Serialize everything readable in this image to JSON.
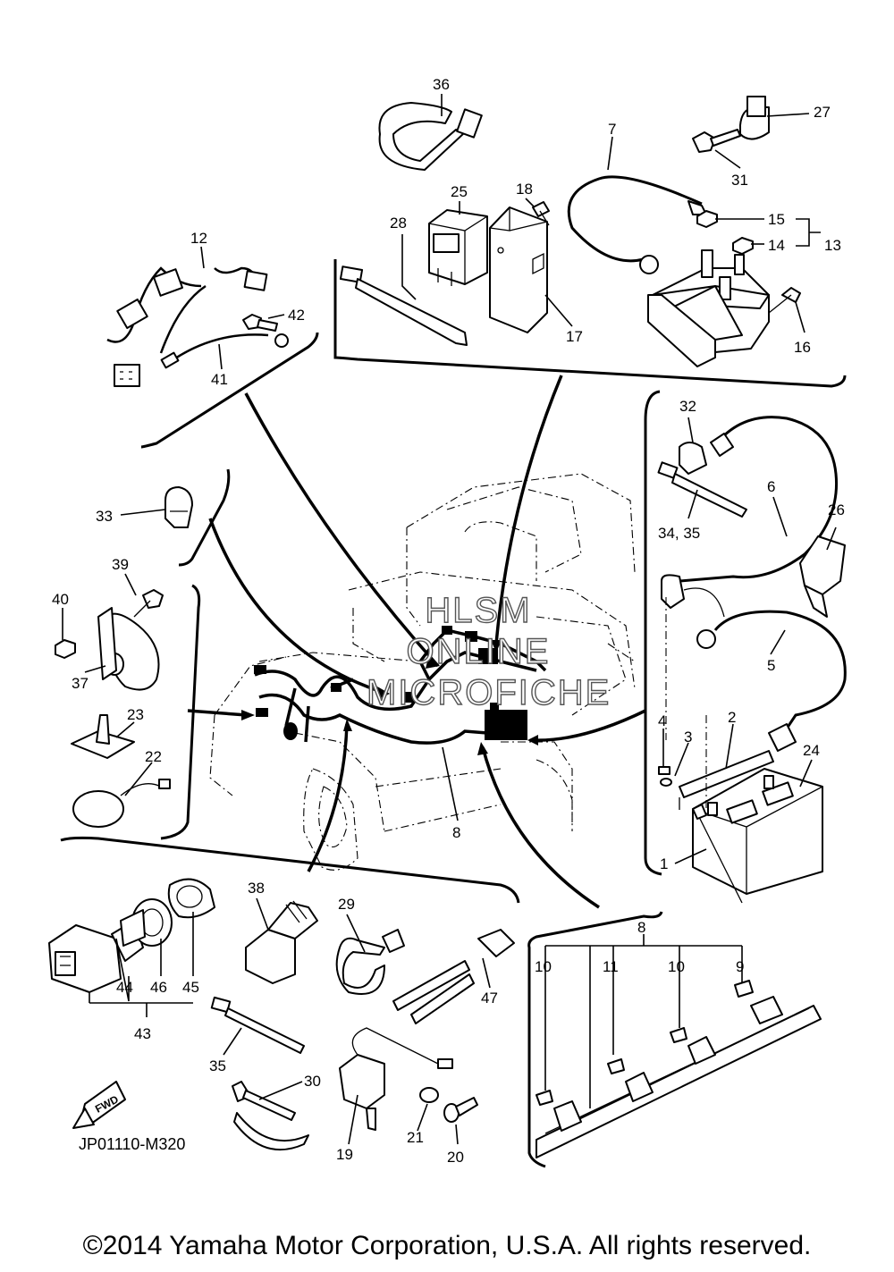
{
  "diagram": {
    "reference_code": "JP01110-M320",
    "copyright": "©2014 Yamaha Motor Corporation, U.S.A. All rights reserved.",
    "direction_tag": "FWD",
    "watermark": [
      "HLSM",
      "ONLINE",
      "MICROFICHE"
    ]
  },
  "callouts": {
    "c1": "1",
    "c2": "2",
    "c3": "3",
    "c4": "4",
    "c5": "5",
    "c6": "6",
    "c7": "7",
    "c8a": "8",
    "c8b": "8",
    "c9": "9",
    "c10a": "10",
    "c10b": "10",
    "c11": "11",
    "c12": "12",
    "c13": "13",
    "c14": "14",
    "c15": "15",
    "c16": "16",
    "c17": "17",
    "c18": "18",
    "c19": "19",
    "c20": "20",
    "c21": "21",
    "c22": "22",
    "c23": "23",
    "c24": "24",
    "c25": "25",
    "c26": "26",
    "c27": "27",
    "c28": "28",
    "c29": "29",
    "c30": "30",
    "c31": "31",
    "c32": "32",
    "c33": "33",
    "c3435": "34, 35",
    "c35": "35",
    "c36": "36",
    "c37": "37",
    "c38": "38",
    "c39": "39",
    "c40": "40",
    "c41": "41",
    "c42": "42",
    "c43": "43",
    "c44": "44",
    "c45": "45",
    "c46": "46",
    "c47": "47"
  }
}
